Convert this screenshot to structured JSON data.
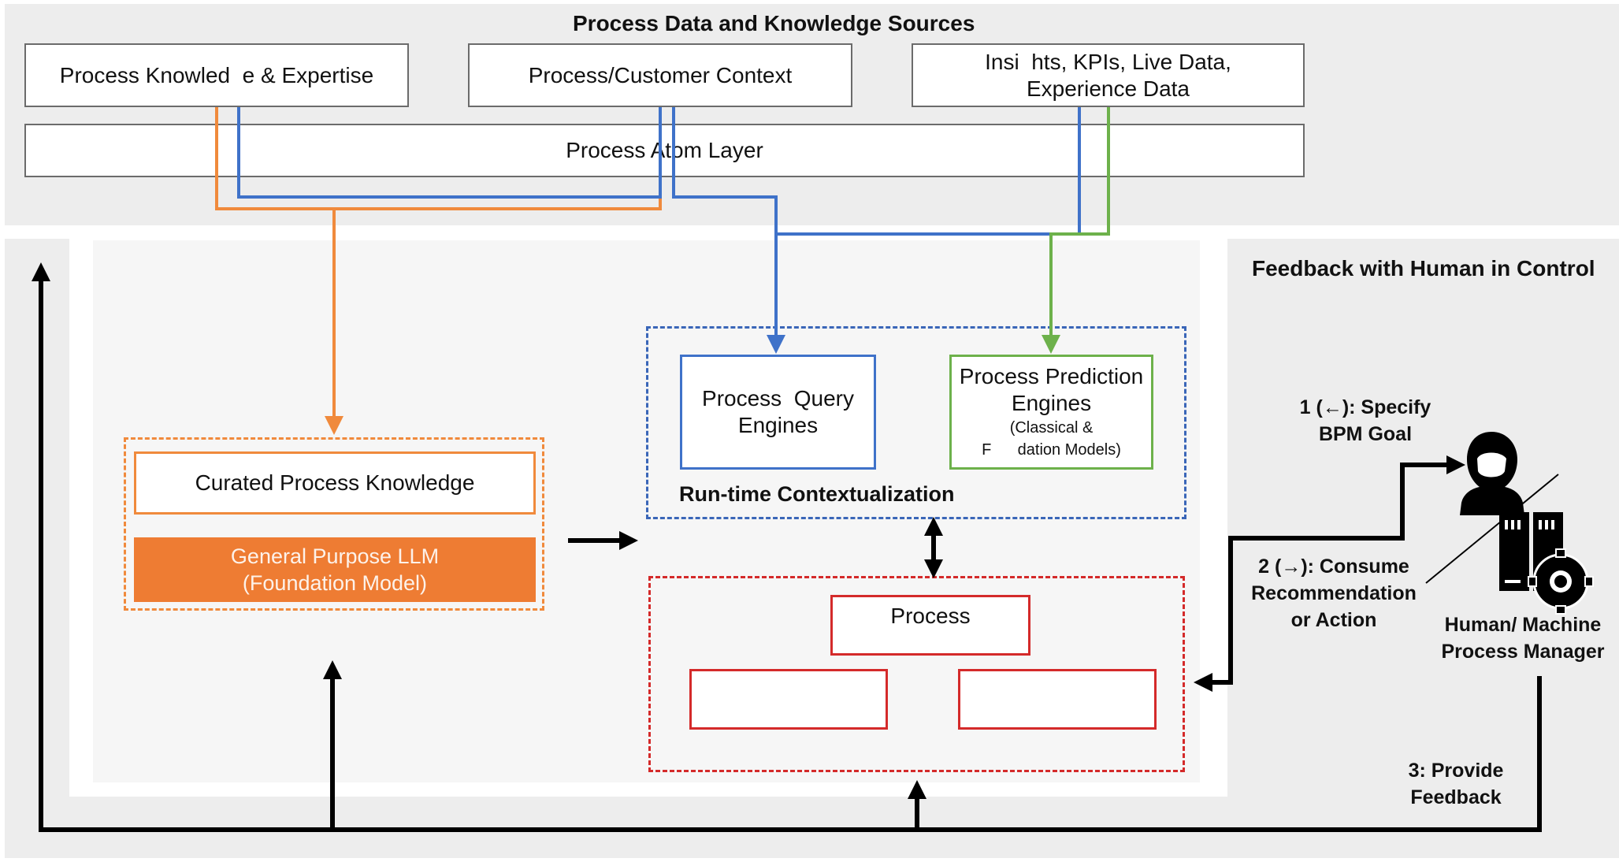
{
  "sources": {
    "heading": "Process Data and Knowledge Sources",
    "box1": "Process Knowled  e & Expertise",
    "box2": "Process/Customer Context",
    "box3_line1": "Insi  hts, KPIs, Live Data,",
    "box3_line2": "Experience Data",
    "atom_layer": "Process Atom Layer"
  },
  "feedback_heading": "Feedback with Human in Control",
  "knowledge": {
    "curated": "Curated Process Knowledge",
    "llm_line1": "General Purpose LLM",
    "llm_line2": "(Foundation Model)"
  },
  "runtime": {
    "query_line1": "Process  Query",
    "query_line2": "Engines",
    "prediction_line1": "Process Prediction",
    "prediction_line2": "Engines",
    "prediction_line3": "(Classical &",
    "prediction_line4": "F      dation Models)",
    "label": "Run-time Contextualization"
  },
  "process": {
    "label": "Process"
  },
  "steps": {
    "step1_line1": "1 (←): Specify",
    "step1_line2": "BPM Goal",
    "step2_line1": "2 (→): Consume",
    "step2_line2": "Recommendation",
    "step2_line3": "or Action",
    "step3_line1": "3: Provide",
    "step3_line2": "Feedback"
  },
  "manager": {
    "line1": "Human/ Machine",
    "line2": "Process Manager",
    "person_icon": "person-icon",
    "machine_icon": "server-gear-icon"
  },
  "colors": {
    "orange": "#f08a3c",
    "blue": "#3f72c9",
    "green": "#6db14b",
    "red": "#d42a2a",
    "black": "#000000",
    "background": "#ededed"
  }
}
